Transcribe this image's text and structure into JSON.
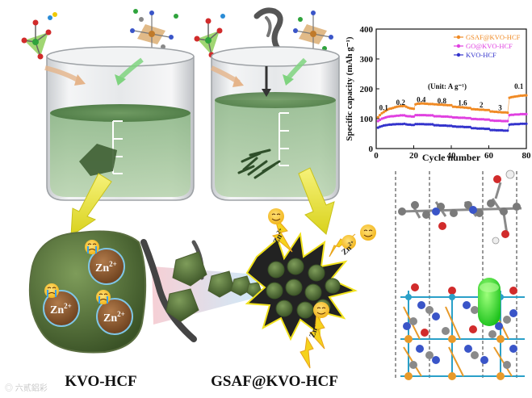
{
  "labels": {
    "kvo": "KVO-HCF",
    "gsaf": "GSAF@KVO-HCF",
    "zn": "Zn",
    "zn_sup": "2+",
    "watermark": "◎ 六贰鋁彩"
  },
  "chart_data": {
    "type": "scatter",
    "xlabel": "Cycle number",
    "ylabel": "Specific capacity (mAh g⁻¹)",
    "xlim": [
      0,
      80
    ],
    "ylim": [
      0,
      400
    ],
    "xticks": [
      0,
      20,
      40,
      60,
      80
    ],
    "yticks": [
      0,
      100,
      200,
      300,
      400
    ],
    "unit_note": "(Unit: A g⁻¹)",
    "rate_labels": [
      {
        "text": "0.1",
        "x": 4,
        "y": 128
      },
      {
        "text": "0.2",
        "x": 13,
        "y": 146
      },
      {
        "text": "0.4",
        "x": 24,
        "y": 156
      },
      {
        "text": "0.8",
        "x": 35,
        "y": 152
      },
      {
        "text": "1.6",
        "x": 46,
        "y": 144
      },
      {
        "text": "2",
        "x": 56,
        "y": 138
      },
      {
        "text": "3",
        "x": 66,
        "y": 128
      },
      {
        "text": "0.1",
        "x": 76,
        "y": 200
      }
    ],
    "legend_position": "top-right",
    "series": [
      {
        "name": "GSAF@KVO-HCF",
        "color": "#f08a24",
        "x": [
          1,
          2,
          3,
          4,
          5,
          6,
          7,
          8,
          9,
          10,
          11,
          12,
          13,
          14,
          15,
          16,
          17,
          18,
          19,
          20,
          21,
          22,
          23,
          24,
          25,
          26,
          27,
          28,
          29,
          30,
          31,
          32,
          33,
          34,
          35,
          36,
          37,
          38,
          39,
          40,
          41,
          42,
          43,
          44,
          45,
          46,
          47,
          48,
          49,
          50,
          51,
          52,
          53,
          54,
          55,
          56,
          57,
          58,
          59,
          60,
          61,
          62,
          63,
          64,
          65,
          66,
          67,
          68,
          69,
          70,
          71,
          72,
          73,
          74,
          75,
          76,
          77,
          78,
          79,
          80
        ],
        "values": [
          105,
          112,
          118,
          122,
          126,
          130,
          133,
          134,
          136,
          138,
          140,
          141,
          142,
          142,
          143,
          140,
          137,
          135,
          134,
          133,
          148,
          150,
          150,
          151,
          151,
          150,
          150,
          149,
          149,
          149,
          148,
          148,
          147,
          147,
          147,
          146,
          146,
          145,
          145,
          145,
          140,
          140,
          139,
          139,
          138,
          138,
          137,
          137,
          136,
          136,
          132,
          132,
          131,
          131,
          130,
          130,
          130,
          129,
          129,
          129,
          124,
          124,
          123,
          123,
          122,
          122,
          121,
          121,
          121,
          120,
          170,
          172,
          173,
          174,
          175,
          176,
          177,
          177,
          178,
          178
        ]
      },
      {
        "name": "GO@KVO-HCF",
        "color": "#e040e0",
        "x": [
          1,
          2,
          3,
          4,
          5,
          6,
          7,
          8,
          9,
          10,
          11,
          12,
          13,
          14,
          15,
          16,
          17,
          18,
          19,
          20,
          21,
          22,
          23,
          24,
          25,
          26,
          27,
          28,
          29,
          30,
          31,
          32,
          33,
          34,
          35,
          36,
          37,
          38,
          39,
          40,
          41,
          42,
          43,
          44,
          45,
          46,
          47,
          48,
          49,
          50,
          51,
          52,
          53,
          54,
          55,
          56,
          57,
          58,
          59,
          60,
          61,
          62,
          63,
          64,
          65,
          66,
          67,
          68,
          69,
          70,
          71,
          72,
          73,
          74,
          75,
          76,
          77,
          78,
          79,
          80
        ],
        "values": [
          92,
          96,
          100,
          102,
          104,
          106,
          107,
          108,
          108,
          109,
          110,
          110,
          111,
          111,
          111,
          109,
          108,
          108,
          107,
          107,
          112,
          112,
          112,
          112,
          112,
          112,
          111,
          111,
          111,
          111,
          108,
          108,
          108,
          108,
          107,
          107,
          107,
          107,
          106,
          106,
          104,
          104,
          104,
          103,
          103,
          103,
          103,
          102,
          102,
          102,
          99,
          99,
          99,
          98,
          98,
          98,
          98,
          97,
          97,
          97,
          94,
          94,
          93,
          93,
          93,
          93,
          92,
          92,
          92,
          92,
          112,
          113,
          113,
          114,
          114,
          114,
          115,
          115,
          115,
          115
        ]
      },
      {
        "name": "KVO-HCF",
        "color": "#3333cc",
        "x": [
          1,
          2,
          3,
          4,
          5,
          6,
          7,
          8,
          9,
          10,
          11,
          12,
          13,
          14,
          15,
          16,
          17,
          18,
          19,
          20,
          21,
          22,
          23,
          24,
          25,
          26,
          27,
          28,
          29,
          30,
          31,
          32,
          33,
          34,
          35,
          36,
          37,
          38,
          39,
          40,
          41,
          42,
          43,
          44,
          45,
          46,
          47,
          48,
          49,
          50,
          51,
          52,
          53,
          54,
          55,
          56,
          57,
          58,
          59,
          60,
          61,
          62,
          63,
          64,
          65,
          66,
          67,
          68,
          69,
          70,
          71,
          72,
          73,
          74,
          75,
          76,
          77,
          78,
          79,
          80
        ],
        "values": [
          70,
          73,
          75,
          77,
          78,
          79,
          80,
          80,
          81,
          81,
          82,
          82,
          82,
          82,
          83,
          81,
          80,
          80,
          79,
          79,
          82,
          82,
          82,
          82,
          82,
          81,
          81,
          81,
          81,
          81,
          78,
          78,
          78,
          77,
          77,
          77,
          77,
          76,
          76,
          76,
          74,
          74,
          73,
          73,
          73,
          73,
          72,
          72,
          72,
          72,
          68,
          68,
          68,
          67,
          67,
          67,
          67,
          66,
          66,
          66,
          62,
          62,
          62,
          61,
          61,
          61,
          61,
          60,
          60,
          60,
          80,
          81,
          81,
          82,
          82,
          82,
          83,
          83,
          83,
          83
        ]
      }
    ]
  }
}
